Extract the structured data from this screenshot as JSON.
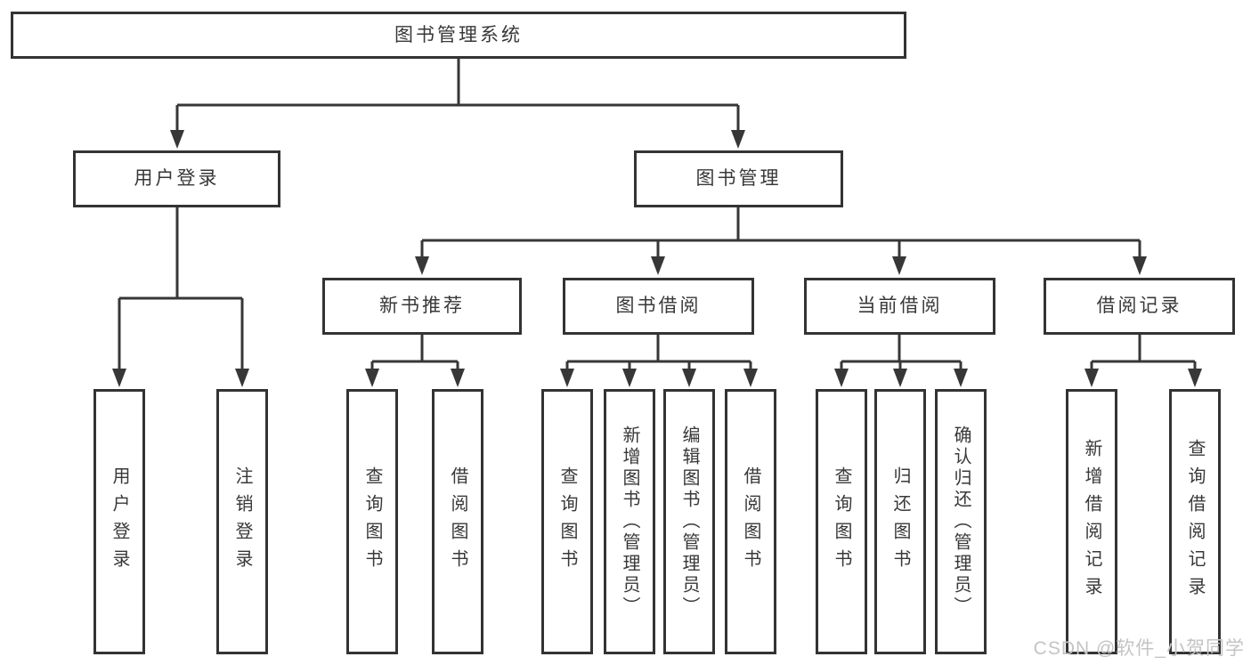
{
  "tree": {
    "label": "图书管理系统",
    "children": [
      {
        "label": "用户登录",
        "children": [
          {
            "label": "用户登录"
          },
          {
            "label": "注销登录"
          }
        ]
      },
      {
        "label": "图书管理",
        "children": [
          {
            "label": "新书推荐",
            "children": [
              {
                "label": "查询图书"
              },
              {
                "label": "借阅图书"
              }
            ]
          },
          {
            "label": "图书借阅",
            "children": [
              {
                "label": "查询图书"
              },
              {
                "label": "新增图书（管理员）"
              },
              {
                "label": "编辑图书（管理员）"
              },
              {
                "label": "借阅图书"
              }
            ]
          },
          {
            "label": "当前借阅",
            "children": [
              {
                "label": "查询图书"
              },
              {
                "label": "归还图书"
              },
              {
                "label": "确认归还（管理员）"
              }
            ]
          },
          {
            "label": "借阅记录",
            "children": [
              {
                "label": "新增借阅记录"
              },
              {
                "label": "查询借阅记录"
              }
            ]
          }
        ]
      }
    ]
  },
  "watermark": {
    "text": "CSDN @软件_小贺同学"
  },
  "colors": {
    "line": "#373737",
    "box_border": "#333333",
    "text": "#383838",
    "watermark": "#c4c4c4",
    "background": "#ffffff"
  }
}
